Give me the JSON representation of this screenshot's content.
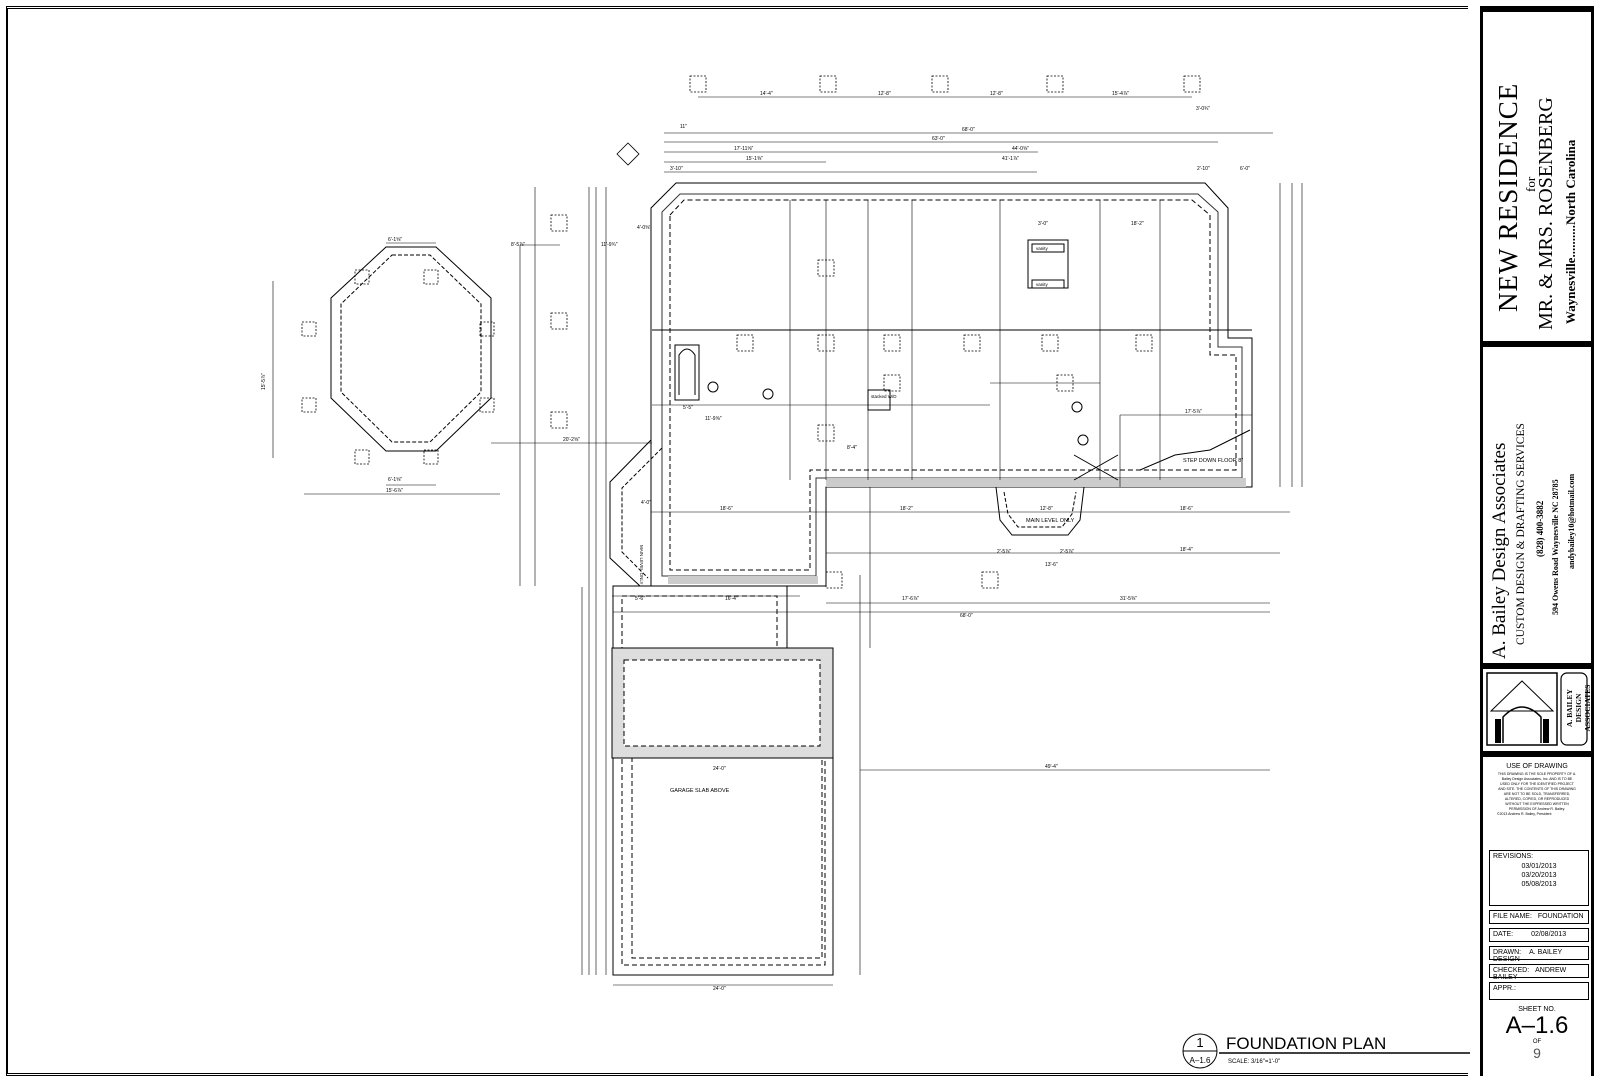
{
  "project": {
    "title": "NEW RESIDENCE",
    "for_word": "for",
    "client": "MR. & MRS. ROSENBERG",
    "location": "Waynesville..........North Carolina"
  },
  "firm": {
    "name": "A. Bailey Design Associates",
    "services": "CUSTOM DESIGN & DRAFTING SERVICES",
    "phone": "(828) 400-3882",
    "address": "594 Owens Road   Waynesville   NC   28785",
    "email": "andybailey10@hotmail.com",
    "logo_text": "A. BAILEY DESIGN ASSOCIATES"
  },
  "use_of_drawing": {
    "title": "USE OF DRAWING",
    "body": "THIS DRAWING IS THE SOLE PROPERTY OF A. Bailey Design Associates, Inc. AND IS TO BE USED ONLY FOR THE IDENTIFIED PROJECT AND SITE. THE CONTENTS OF THIS DRAWING ARE NOT TO BE SOLD, TRANSFERRED, ALTERED, COPIED, OR REPRODUCED WITHOUT THE EXPRESSED WRITTEN PERMISSION OF Andrew R. Bailey.",
    "copyright": "©2013 Andrew R. Bailey, President"
  },
  "revisions": {
    "label": "REVISIONS:",
    "dates": [
      "03/01/2013",
      "03/20/2013",
      "05/08/2013"
    ]
  },
  "file_name": {
    "label": "FILE NAME:",
    "value": "FOUNDATION"
  },
  "date": {
    "label": "DATE:",
    "value": "02/08/2013"
  },
  "drawn": {
    "label": "DRAWN:",
    "value": "A. BAILEY DESIGN"
  },
  "checked": {
    "label": "CHECKED:",
    "value": "ANDREW BAILEY"
  },
  "appr": {
    "label": "APPR.:",
    "value": ""
  },
  "sheet": {
    "label": "SHEET NO.",
    "number": "A–1.6",
    "of_label": "OF",
    "total": "9"
  },
  "drawing_title": {
    "bubble_num": "1",
    "bubble_sheet": "A–1.6",
    "title": "FOUNDATION PLAN",
    "scale": "SCALE:  3/16\"=1'-0\""
  },
  "plan_labels": {
    "garage": "GARAGE SLAB ABOVE",
    "main_level": "MAIN LEVEL ONLY",
    "main_level_side": "MAIN LEVEL ONLY",
    "step_down": "STEP DOWN FLOOR 8\"",
    "stacked": "stacked W/D",
    "vanity": "vanity",
    "vanity2": "vanity"
  },
  "dimensions": {
    "top1": "14'-4\"",
    "top2": "12'-8\"",
    "top3": "12'-8\"",
    "top4": "15'-4⅞\"",
    "overall1": "68'-0\"",
    "overall2": "63'-0\"",
    "overall3": "44'-0⅝\"",
    "overall4": "41'-1⅞\"",
    "d_17_11": "17'-11⅝\"",
    "d_15_1": "15'-1⅜\"",
    "d_11": "11\"",
    "d_3_10": "3'-10\"",
    "d_2_10": "2'-10\"",
    "d_6_0": "6'-0\"",
    "d_3_0": "3'-0¾\"",
    "d_18_2": "18'-2\"",
    "d_3_0b": "3'-0\"",
    "oct_top": "6'-1⅝\"",
    "oct_bot": "6'-1⅝\"",
    "oct_width": "15'-6⅞\"",
    "oct_height": "15'-5⅞\"",
    "d_8_5": "8'-5⅞\"",
    "d_11_9": "11'-9¾\"",
    "d_20_2": "20'-2⅝\"",
    "d_4_0": "4'-0⅝\"",
    "d_18_6a": "18'-6\"",
    "d_18_2b": "18'-2\"",
    "d_12_8": "12'-8\"",
    "d_18_6b": "18'-6\"",
    "d_18_4": "18'-4\"",
    "d_16_4": "16'-4\"",
    "d_17_6": "17'-6⅞\"",
    "d_31_5": "31'-5⅜\"",
    "d_68_0": "68'-0\"",
    "d_49_4": "49'-4\"",
    "d_24_0a": "24'-0\"",
    "d_24_0b": "24'-0\"",
    "d_17_5": "17'-5⅞\"",
    "d_5_6": "5'-6\"",
    "d_8_4": "8'-4\"",
    "d_2_5": "2'-5⅞\"",
    "d_13_6": "13'-6\"",
    "d_4_0b": "4'-0\"",
    "d_11_9b": "11'-9⅝\"",
    "d_5_5": "5'-5\"",
    "d_2_5b": "2'-5⅞\""
  }
}
